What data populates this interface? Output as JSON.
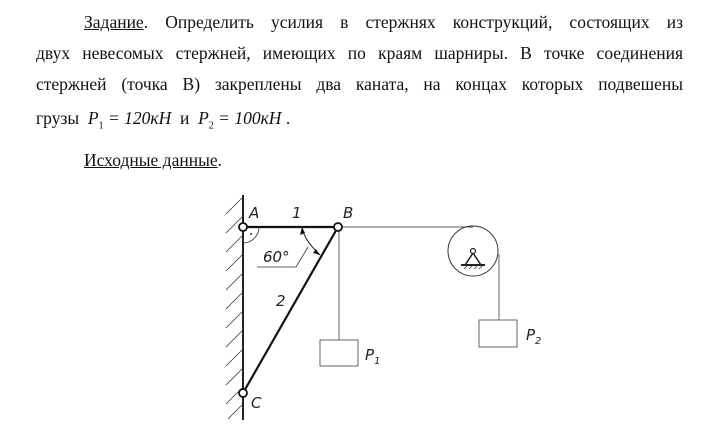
{
  "task": {
    "heading": "Задание",
    "line1": ". Определить усилия в стержнях конструкций, состоящих из",
    "line2": "двух невесомых стержней, имеющих по краям шарниры. В точке соединения",
    "line3": "стержней (точка В) закреплены два каната, на концах которых подвешены",
    "line4_prefix": "грузы",
    "p1_symbol": "P",
    "p1_sub": "1",
    "p1_value": "= 120кН",
    "and": "и",
    "p2_symbol": "P",
    "p2_sub": "2",
    "p2_value": "= 100кН",
    "end": "."
  },
  "initial_data": {
    "heading": "Исходные данные",
    "end": "."
  },
  "diagram": {
    "label_a": "A",
    "label_b": "B",
    "label_c": "C",
    "rod_1": "1",
    "rod_2": "2",
    "angle": "60°",
    "load_1": "P",
    "load_1_sub": "1",
    "load_2": "P",
    "load_2_sub": "2"
  }
}
